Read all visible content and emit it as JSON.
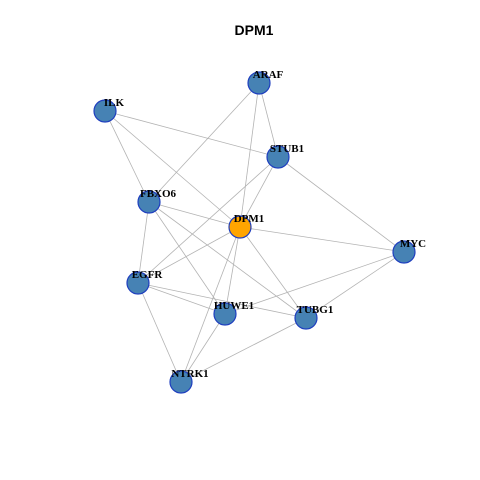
{
  "title": "DPM1",
  "colors": {
    "default_node": "#4682B4",
    "focus_node": "#FFA500",
    "node_border": "#1f3fbf",
    "edge": "#b3b3b3"
  },
  "nodes": [
    {
      "id": "ARAF",
      "label": "ARAF",
      "focus": false
    },
    {
      "id": "ILK",
      "label": "ILK",
      "focus": false
    },
    {
      "id": "STUB1",
      "label": "STUB1",
      "focus": false
    },
    {
      "id": "FBXO6",
      "label": "FBXO6",
      "focus": false
    },
    {
      "id": "DPM1",
      "label": "DPM1",
      "focus": true
    },
    {
      "id": "MYC",
      "label": "MYC",
      "focus": false
    },
    {
      "id": "EGFR",
      "label": "EGFR",
      "focus": false
    },
    {
      "id": "HUWE1",
      "label": "HUWE1",
      "focus": false
    },
    {
      "id": "TUBG1",
      "label": "TUBG1",
      "focus": false
    },
    {
      "id": "NTRK1",
      "label": "NTRK1",
      "focus": false
    }
  ],
  "edges": [
    [
      "ARAF",
      "STUB1"
    ],
    [
      "ARAF",
      "FBXO6"
    ],
    [
      "ARAF",
      "DPM1"
    ],
    [
      "ILK",
      "STUB1"
    ],
    [
      "ILK",
      "FBXO6"
    ],
    [
      "ILK",
      "DPM1"
    ],
    [
      "STUB1",
      "DPM1"
    ],
    [
      "STUB1",
      "MYC"
    ],
    [
      "STUB1",
      "EGFR"
    ],
    [
      "FBXO6",
      "DPM1"
    ],
    [
      "FBXO6",
      "EGFR"
    ],
    [
      "FBXO6",
      "HUWE1"
    ],
    [
      "FBXO6",
      "TUBG1"
    ],
    [
      "DPM1",
      "MYC"
    ],
    [
      "DPM1",
      "EGFR"
    ],
    [
      "DPM1",
      "HUWE1"
    ],
    [
      "DPM1",
      "TUBG1"
    ],
    [
      "DPM1",
      "NTRK1"
    ],
    [
      "MYC",
      "HUWE1"
    ],
    [
      "MYC",
      "TUBG1"
    ],
    [
      "EGFR",
      "HUWE1"
    ],
    [
      "EGFR",
      "TUBG1"
    ],
    [
      "EGFR",
      "NTRK1"
    ],
    [
      "HUWE1",
      "NTRK1"
    ],
    [
      "TUBG1",
      "NTRK1"
    ]
  ]
}
